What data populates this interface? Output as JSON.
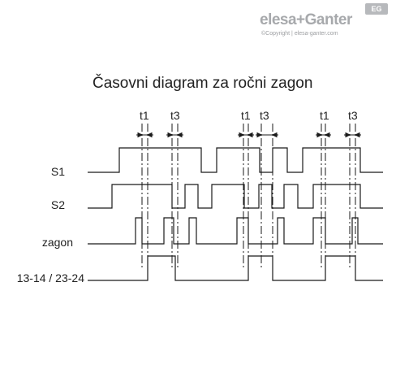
{
  "brand": {
    "name": "elesa+Ganter",
    "badge": "EG",
    "copyright": "©Copyright | elesa-ganter.com"
  },
  "title": "Časovni diagram za ročni zagon",
  "signals": [
    {
      "key": "s1",
      "label": "S1"
    },
    {
      "key": "s2",
      "label": "S2"
    },
    {
      "key": "zagon",
      "label": "zagon"
    },
    {
      "key": "out",
      "label": "13-14 / 23-24"
    }
  ],
  "timing_labels": [
    "t1",
    "t3",
    "t1",
    "t3",
    "t1",
    "t3"
  ],
  "colors": {
    "line": "#1a1a1a",
    "brand": "#a7a9ac"
  }
}
